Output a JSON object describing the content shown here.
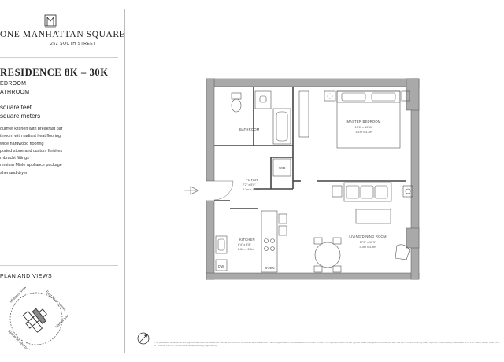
{
  "brand": {
    "name": "ONE MANHATTAN SQUARE",
    "address": "252 SOUTH STREET"
  },
  "residence": {
    "title": "RESIDENCE 8K – 30K",
    "bedrooms": "EDROOM",
    "bathrooms": "ATHROOM",
    "area_sqft": "square feet",
    "area_sqm": "square meters"
  },
  "features": [
    "ourmet kitchen with breakfast bar",
    "throom with radiant heat flooring",
    "wide hardwood flooring",
    "ported stone and custom finishes",
    "rnbracht fittings",
    "remium Miele appliance package",
    "sher and dryer"
  ],
  "plan_section": {
    "label": "PLAN AND VIEWS"
  },
  "compass_views": [
    "Midtown Views",
    "East River Views",
    "Harbor Views",
    "Statue of Liberty Views"
  ],
  "rooms": {
    "bathroom": {
      "name": "BATHROOM"
    },
    "master_bedroom": {
      "name": "MASTER BEDROOM",
      "dim_imperial": "13'6\" x 10'11\"",
      "dim_metric": "4.1m x 3.3m"
    },
    "foyer": {
      "name": "FOYER",
      "dim_imperial": "7'2\" x 5'0\"",
      "dim_metric": "2.2m x 1.5m"
    },
    "kitchen": {
      "name": "KITCHEN",
      "dim_imperial": "8'4\" x 8'5\"",
      "dim_metric": "2.5m x 2.6m"
    },
    "living_dining": {
      "name": "LIVING/DINING ROOM",
      "dim_imperial": "17'8\" x 13'0\"",
      "dim_metric": "5.4m x 3.9m"
    },
    "wd": {
      "name": "W/D"
    },
    "dw": {
      "name": "DW"
    },
    "oven": {
      "name": "OVEN"
    }
  },
  "disclaimer": "The plans and dimensions are approximate and are subject to normal construction variances and tolerances. Plans may contain minor variations from floor to floor. The Sponsor reserves the right to make changes in accordance with the terms of the Offering Plan. Sponsor: OMS Realty Associates LLC, 250 South Street, New York, NY 10002. File No. CD16-0022. Equal Housing Opportunity.",
  "colors": {
    "wall": "#a9a9a9",
    "line": "#444444",
    "accent": "#222222"
  }
}
